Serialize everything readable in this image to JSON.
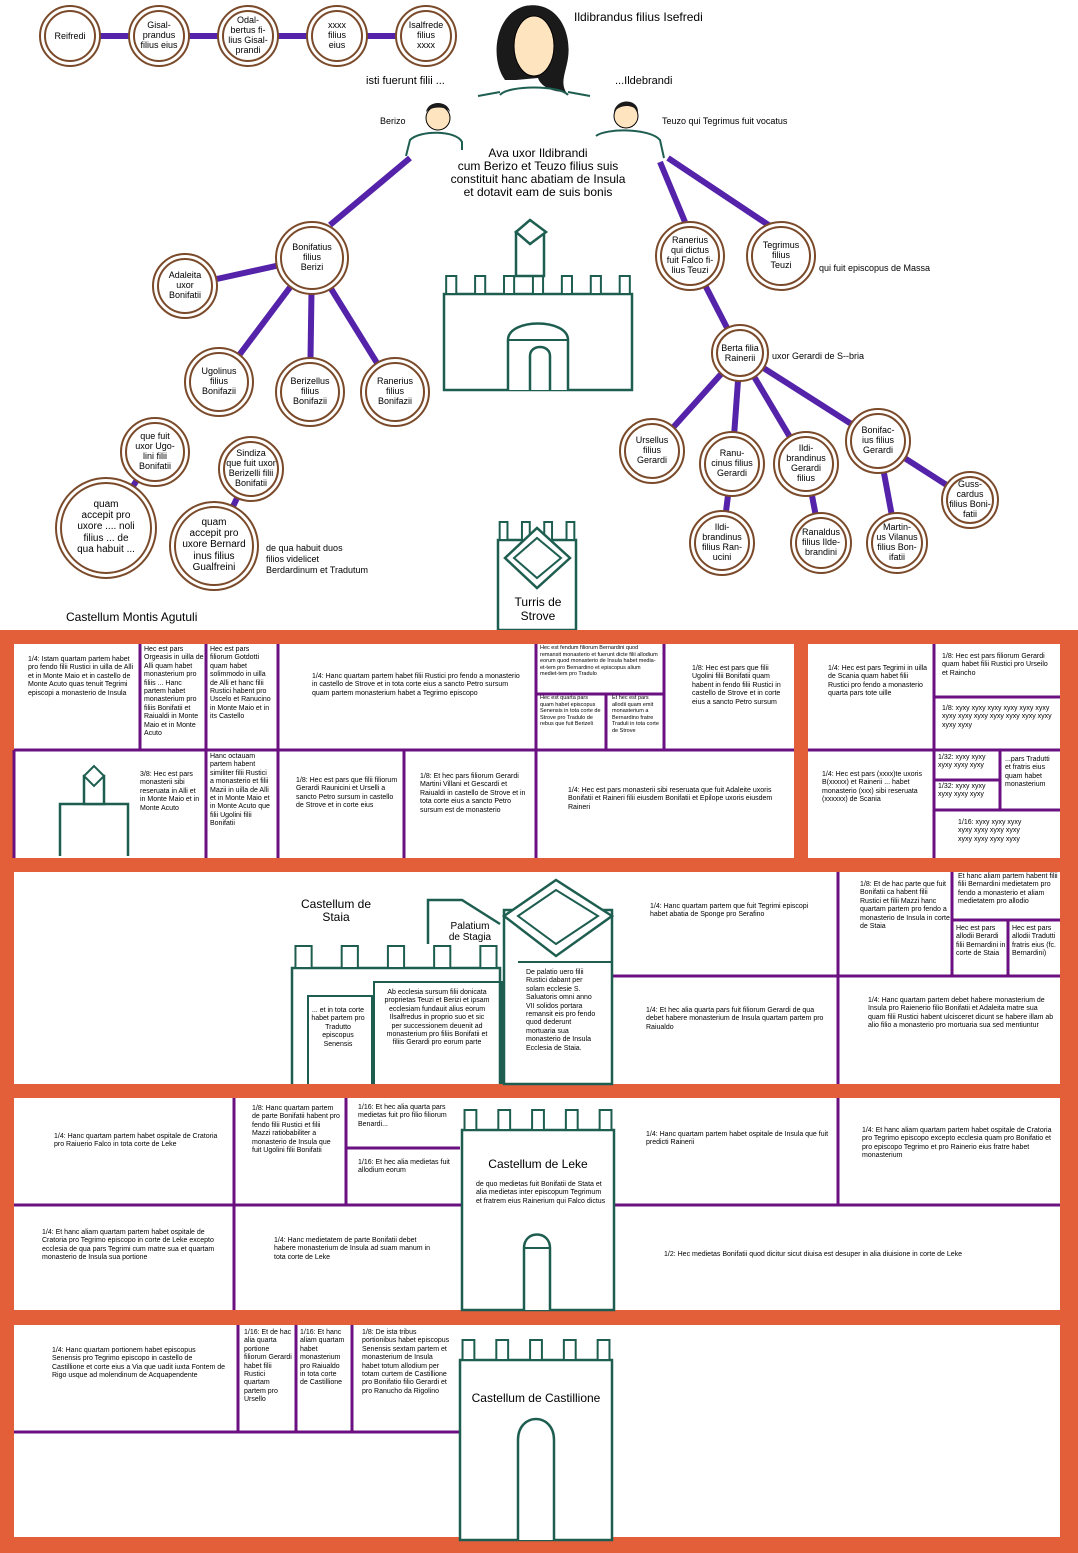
{
  "colors": {
    "tree_line": "#5522aa",
    "node_ring": "#7a4a2a",
    "castle": "#1e5e50",
    "band": "#e35f3a",
    "grid": "#6a1080"
  },
  "header": {
    "name": "Ildibrandus filius Isefredi",
    "isti": "isti fuerunt filii ...",
    "ildebrandi": "...Ildebrandi",
    "berizo": "Berizo",
    "teuzo": "Teuzo qui Tegrimus fuit vocatus",
    "ava": "Ava uxor Ildibrandi\ncum Berizo et Teuzo filius suis\nconstituit hanc abatiam de Insula\net dotavit eam de suis bonis",
    "massa": "qui fuit episcopus de Massa",
    "berta_note": "uxor Gerardi de S--bria",
    "sindiza_note": "de qua habuit duos\nfilios videlicet\nBerdardinum et Tradutum",
    "montis": "Castellum Montis Agutuli",
    "turris": "Turris de\nStrove"
  },
  "nodes": [
    {
      "id": "reifredi",
      "text": "Reifredi"
    },
    {
      "id": "gisalprandus",
      "text": "Gisal-\nprandus\nfilius eius"
    },
    {
      "id": "odalbertus",
      "text": "Odal-\nbertus fi-\nlius Gisal-\nprandi"
    },
    {
      "id": "xxxx",
      "text": "xxxx\nfilius\neius"
    },
    {
      "id": "isalfrede",
      "text": "Isalfrede\nfilius\nxxxx"
    },
    {
      "id": "bonifatius",
      "text": "Bonifatius\nfilius\nBerizi"
    },
    {
      "id": "adaleita",
      "text": "Adaleita\nuxor\nBonifatii"
    },
    {
      "id": "ugolinus",
      "text": "Ugolinus\nfilius\nBonifazii"
    },
    {
      "id": "berizellus",
      "text": "Berizellus\nfilius\nBonifazii"
    },
    {
      "id": "ranerius_b",
      "text": "Ranerius\nfilius\nBonifazii"
    },
    {
      "id": "que_fuit",
      "text": "que fuit\nuxor Ugo-\nlini filii\nBonifatii"
    },
    {
      "id": "quam1",
      "text": "quam\naccepit pro\nuxore .... noli\nfilius ... de\nqua habuit ..."
    },
    {
      "id": "sindiza",
      "text": "Sindiza\nque fuit uxor\nBerizelli filii\nBonifatii"
    },
    {
      "id": "quam2",
      "text": "quam\naccepit pro\nuxore Bernard\ninus filius\nGualfreini"
    },
    {
      "id": "ranerius_t",
      "text": "Ranerius\nqui dictus\nfuit Falco fi-\nlius Teuzi"
    },
    {
      "id": "tegrimus",
      "text": "Tegrimus\nfilius\nTeuzi"
    },
    {
      "id": "berta",
      "text": "Berta filia\nRainerii"
    },
    {
      "id": "ursellus",
      "text": "Ursellus\nfilius\nGerardi"
    },
    {
      "id": "ranucinus",
      "text": "Ranu-\ncinus filius\nGerardi"
    },
    {
      "id": "ildibrandinus",
      "text": "Ildi-\nbrandinus\nGerardi\nfilius"
    },
    {
      "id": "bonifacius",
      "text": "Bonifac-\nius filius\nGerardi"
    },
    {
      "id": "gusscardus",
      "text": "Guss-\ncardus\nfilius Boni-\nfatii"
    },
    {
      "id": "ildibrandinus_r",
      "text": "Ildi-\nbrandinus\nfilius Ran-\nucini"
    },
    {
      "id": "ranaldus",
      "text": "Ranaldus\nfilius Ilde-\nbrandini"
    },
    {
      "id": "martinus",
      "text": "Martin-\nus Vilanus\nfilius Bon-\nifatii"
    }
  ],
  "panel1": {
    "c1": "1/4: Istam quartam partem habet pro fendo filii Rustici in uilla de Alli et in Monte Maio et in castello de Monte Acuto quas tenuit Tegrimi episcopi a monasterio de Insula",
    "c2": "Hec est pars Orgeasis in uilla de Alli quam habet monasterium pro filiis ... Hanc partem habet monasterium pro filiis Bonifatii et Raiualdi in Monte Maio et in Monte Acuto",
    "c3": "Hec est pars filiorum Gotdotti quam habet solimmodo in uilla de Alli et hanc filii Rustici habent pro Uscelo et Ranucino in Monte Maio et in its Castello",
    "c4": "1/4: Hanc quartam partem habet filii Rustici pro fendo a monasterio in castello de Strove et in tota corte eius a sancto Petro sursum quam partem monasterium habet a Tegrimo episcopo",
    "c5": "Hec est fendum filiorum Bernardini quod remansit monasterio et fuerunt dicte filii allodium eorum quod monasterio de Insula habet media-et-tem pro Bernardino et episcopus alium mediet-tem pro Tradulo",
    "c6": "Hec est quarta pars quam habet episcopus Senensis in tota corte de Strove pro Tradulo de rebus que fuit Berizeli",
    "c7": "Et hec est pars allodii quam emit monasterium a Bernardino fratre Traduli in tota corte de Strove",
    "c8": "1/8: Hec est pars que filii Ugolini filii Bonifatii quam habent in fendo filii Rustici in castello de Strove et in corte eius a sancto Petro sursum",
    "c9": "3/8: Hec est pars monasterii sibi reseruata in Alli et in Monte Maio et in Monte Acuto",
    "c10": "Hanc octauam partem habent similiter filii Rustici a monasterio et filii Mazii in uilla de Alli et in Monte Maio et in Monte Acuto que filii Ugolini filii Bonifatii",
    "c11": "1/8: Hec est pars que filii filiorum Gerardi Raunicini et Urselli a sancto Petro sursum in castello de Strove et in corte eius",
    "c12": "1/8: Et hec pars filiorum Gerardi Martini Villani et Gescardi et Raiualdi in castello de Strove et in tota corte eius a sancto Petro sursum est de monasterio",
    "c13": "1/4: Hec est pars monasterii sibi reseruata que fuit Adaleite uxoris Bonifatii et Raineri filii eiusdem Bonifatii et Epilope uxoris eiusdem Raineri",
    "c14": "1/4: Hec est pars Tegrimi in uilla de Scania quam habet filii Rustici pro fendo a monasterio quarta pars tote uille",
    "c15": "1/8: Hec est pars filiorum Gerardi quam habet filii Rustici pro Urseilo et Raincho",
    "c16": "1/8: xyxy xyxy xyxy xyxy xyxy xyxy xyxy xyxy xyxy xyxy xyxy xyxy xyxy xyxy xyxy",
    "c17": "1/4: Hec est pars (xxxx)te uxoris B(xxxxx) et Rainerii ... habet monasterio (xxx) sibi reseruata (xxxxxx) de Scania",
    "c18": "1/32: xyxy xyxy xyxy xyxy xyxy",
    "c19": "1/32: xyxy xyxy xyxy xyxy xyxy",
    "c20": "...pars Tradutti et fratris eius quam habet monasterium",
    "c21": "1/16: xyxy xyxy xyxy xyxy xyxy xyxy xyxy xyxy xyxy xyxy xyxy"
  },
  "panel2": {
    "title": "Castellum de Staia",
    "palatium": "Palatium\nde Stagia",
    "c1": "... et in tota corte habet partem pro Tradutto episcopus Senensis",
    "c2": "Ab ecclesia sursum filii donicata proprietas Teuzi et Berizi et ipsam ecclesiam fundauit alius eorum Ilsalfredus in proprio suo et sic per successionem deuenit ad monasterium pro filiis Bonifatii et filiis Gerardi pro eorum parte",
    "c3": "De palatio uero filii Rustici dabant per solam ecclesie S. Saluatoris omni anno VII solidos portara remansit eis pro fendo quod dederunt mortuaria sua monasterio de Insula Ecclesia de Staia.",
    "c4": "1/4: Hanc quartam partem que fuit Tegrimi episcopi habet abatia de Sponge pro Serafino",
    "c5": "1/8: Et de hac parte que fuit Bonifatii ca habent filii Rustici et filii Mazzi hanc quartam partem pro fendo a monasterio de Insula in corte de Staia",
    "c6": "Et hanc aliam partem habent filii filii Bernardini medietatem pro fendo a monasterio et aliam medietatem pro allodio",
    "c7": "Hec est pars allodii Berardi filii Bernardini in corte de Staia",
    "c8": "Hec est pars allodii Tradutti fratris eius (fc. Bernardini)",
    "c9": "1/4: Et hec alia quarta pars fuit filiorum Gerardi de qua debet habere monasterium de Insula quartam partem pro Raiualdo",
    "c10": "1/4: Hanc quartam partem debet habere monasterium de Insula pro Raienerio filio Bonifatii et Adaleita matre sua quam filii Rustici habent ulcisceret dicunt se habere illam ab alio filio a monasterio pro mortuaria sua sed mentiuntur"
  },
  "panel3": {
    "title": "Castellum de Leke",
    "c1": "1/4: Hanc quartam partem habet ospitale de Cratoria pro Raiuerio Falco in tota corte de Leke",
    "c2": "1/8: Hanc quartam partem de parte Bonifatii habent pro fendo filii Rustici et filii Mazzi ratiobabiliter a monasterio de Insula que fuit Ugolini filii Bonifatii",
    "c3": "1/16: Et hec alia quarta pars medietas fuit pro filio filiorum Benardi...",
    "c4": "1/16: Et hec alia medietas fuit allodium eorum",
    "c5": "1/4: Hanc quartam partem habet ospitale de Insula que fuit predicti Rainerii",
    "c6": "1/4: Et hanc aliam quartam partem habet ospitale de Cratoria pro Tegrimo episcopo excepto ecclesia quam pro Bonifatio et pro episcopo Tegrimo et pro Rainerio eius fratre habet monasterium",
    "c7": "de quo medietas fuit Bonifatii de Stata et alia medietas inter episcopum Tegrimum et fratrem eius Rainerium qui Falco dictus",
    "c8": "1/4: Et hanc aliam quartam partem habet ospitale de Cratoria pro Tegrimo episcopo in corte de Leke excepto ecclesia de qua pars Tegrimi cum matre sua et quartam monasterio de Insula sua portione",
    "c9": "1/4: Hanc medietatem de parte Bonifatii debet habere monasterium de Insula ad suam manum in tota corte de Leke",
    "c10": "1/2: Hec medietas Bonifatii quod dicitur sicut diuisa est desuper in alia diuisione in corte de Leke"
  },
  "panel4": {
    "title": "Castellum de Castillione",
    "c1": "1/4: Hanc quartam portionem habet episcopus Senensis pro Tegrimo episcopo in castello de Castillione et corte eius a Via que uadit iuxta Fontem de Rigo usque ad molendinum de Acquapendente",
    "c2": "1/16: Et de hac alia quarta portione filiorum Gerardi habet filii Rustici quartam partem pro Ursello",
    "c3": "1/16: Et hanc aliam quartam habet monasterium pro Raiualdo in tota corte de Castillione",
    "c4": "1/8: De ista tribus portionibus habet episcopus Senensis sextam partem et monasterium de Insula habet totum allodium per totam curtem de Castillione pro Bonifatio filio Gerardi et pro Ranucho da Rigolino"
  }
}
